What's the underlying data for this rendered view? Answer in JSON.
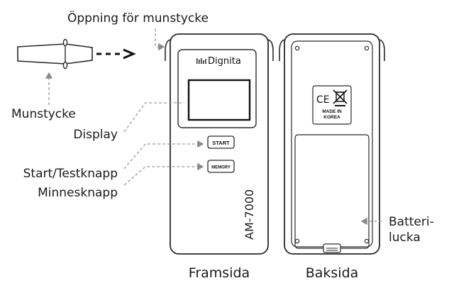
{
  "labels": {
    "opening": "Öppning för munstycke",
    "mouthpiece": "Munstycke",
    "display": "Display",
    "start_test": "Start/Testknapp",
    "memory_button": "Minnesknapp",
    "battery_line1": "Batteri-",
    "battery_line2": "lucka"
  },
  "captions": {
    "front": "Framsida",
    "back": "Baksida"
  },
  "device": {
    "brand": "Dignita",
    "start_key": "START",
    "memory_key": "MEMORY",
    "model": "AM-7000",
    "made_in_line1": "MADE IN",
    "made_in_line2": "KOREA",
    "ce_mark": "CE"
  },
  "colors": {
    "outline": "#2a2a2a",
    "leader": "#9a9a9a",
    "ink": "#1a1a1a"
  },
  "icons": [
    "arrow-icon",
    "weee-bin-icon",
    "ce-mark-icon"
  ]
}
